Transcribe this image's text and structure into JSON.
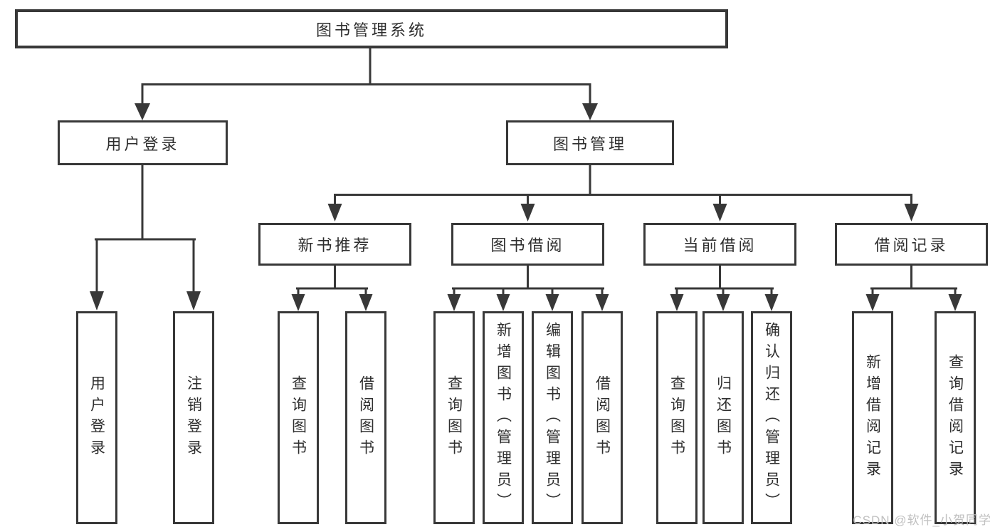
{
  "tree": {
    "root": {
      "label": "图书管理系统"
    },
    "branches": [
      {
        "label": "用户登录",
        "children": [
          {
            "label": "用户登录"
          },
          {
            "label": "注销登录"
          }
        ]
      },
      {
        "label": "图书管理",
        "children": [
          {
            "label": "新书推荐",
            "children": [
              {
                "label": "查询图书"
              },
              {
                "label": "借阅图书"
              }
            ]
          },
          {
            "label": "图书借阅",
            "children": [
              {
                "label": "查询图书"
              },
              {
                "label": "新增图书（管理员）"
              },
              {
                "label": "编辑图书（管理员）"
              },
              {
                "label": "借阅图书"
              }
            ]
          },
          {
            "label": "当前借阅",
            "children": [
              {
                "label": "查询图书"
              },
              {
                "label": "归还图书"
              },
              {
                "label": "确认归还（管理员）"
              }
            ]
          },
          {
            "label": "借阅记录",
            "children": [
              {
                "label": "新增借阅记录"
              },
              {
                "label": "查询借阅记录"
              }
            ]
          }
        ]
      }
    ]
  },
  "watermark": "CSDN @软件_小贺同学",
  "colors": {
    "line": "#383838",
    "text": "#2e2e2e",
    "watermark": "#c0c0c0",
    "background": "#ffffff"
  }
}
